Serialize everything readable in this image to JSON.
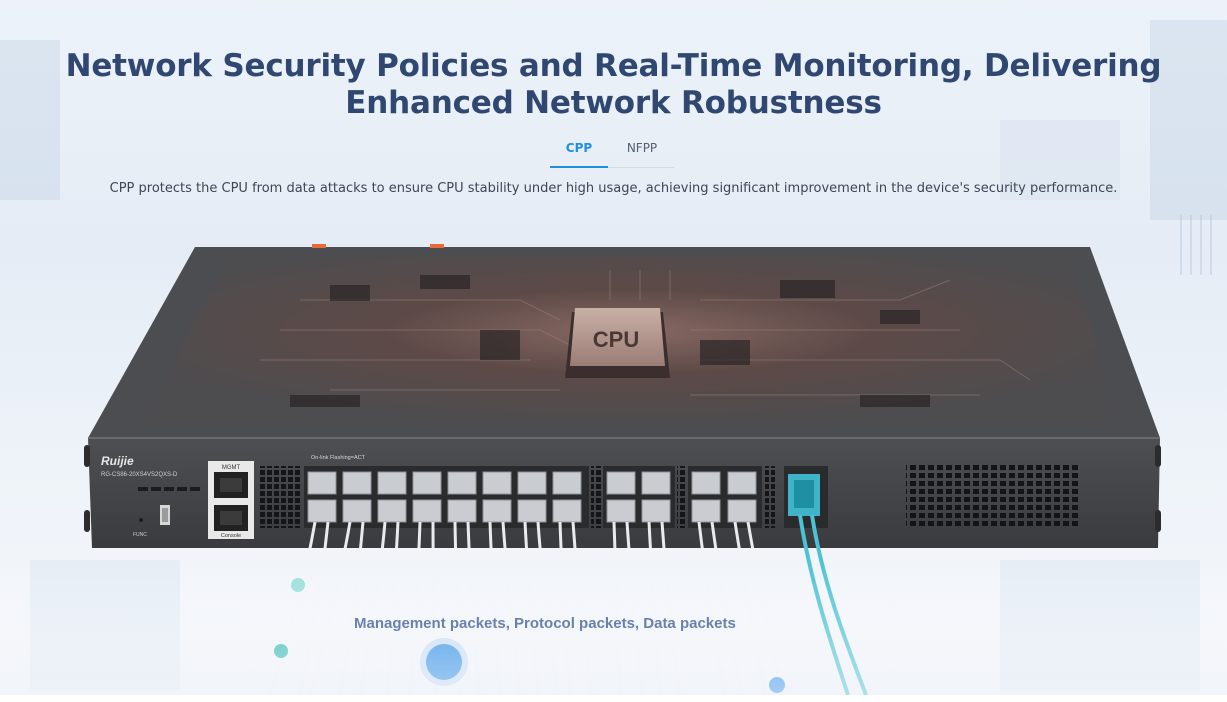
{
  "page": {
    "headline": "Network Security Policies and Real-Time Monitoring, Delivering Enhanced Network Robustness",
    "tabs": [
      {
        "label": "CPP",
        "active": true
      },
      {
        "label": "NFPP",
        "active": false
      }
    ],
    "description": "CPP protects the CPU from data attacks to ensure CPU stability under high usage, achieving significant improvement in the device's security performance."
  },
  "illustration": {
    "cpu_label": "CPU",
    "brand": "Ruijie",
    "model": "RG-CS86-20XS4VS2QXS-D",
    "port_legend": "On-link  Flashing=ACT",
    "mgmt_label": "MGMT",
    "console_label": "Console",
    "func_label": "FUNC",
    "packet_caption": "Management packets, Protocol packets, Data packets"
  },
  "colors": {
    "headline": "#2f4771",
    "tab_active": "#1f8fe0",
    "chassis": "#4a4b4e",
    "fiber": "#ffffff",
    "qsfp_cable": "#4cc3d4",
    "pulse": "#1e88e5"
  }
}
